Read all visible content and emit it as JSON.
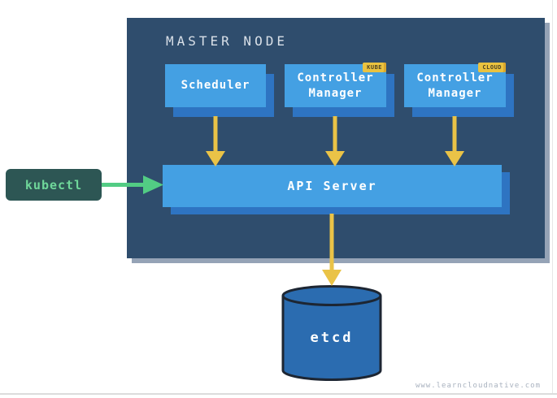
{
  "master_node": {
    "title": "MASTER NODE",
    "scheduler": {
      "label": "Scheduler"
    },
    "controller_manager_kube": {
      "label": "Controller Manager",
      "badge": "KUBE"
    },
    "controller_manager_cloud": {
      "label": "Controller Manager",
      "badge": "CLOUD"
    },
    "api_server": {
      "label": "API Server"
    }
  },
  "external": {
    "kubectl": {
      "label": "kubectl"
    },
    "etcd": {
      "label": "etcd"
    }
  },
  "footer": {
    "watermark": "www.learncloudnative.com"
  },
  "colors": {
    "master_node_bg": "#2f4d6d",
    "master_node_shadow": "#95a3b6",
    "component_bg": "#44a0e3",
    "component_shadow": "#2e74c2",
    "component_text": "#ffffff",
    "arrow_yellow": "#eac347",
    "badge_bg": "#eac23f",
    "badge_text": "#4d4426",
    "kubectl_bg": "#2d5654",
    "kubectl_text": "#6fd79a",
    "arrow_green": "#52cc84",
    "etcd_fill": "#2b6cb0",
    "etcd_outline": "#1d2633",
    "watermark_text": "#a9b2bf"
  }
}
